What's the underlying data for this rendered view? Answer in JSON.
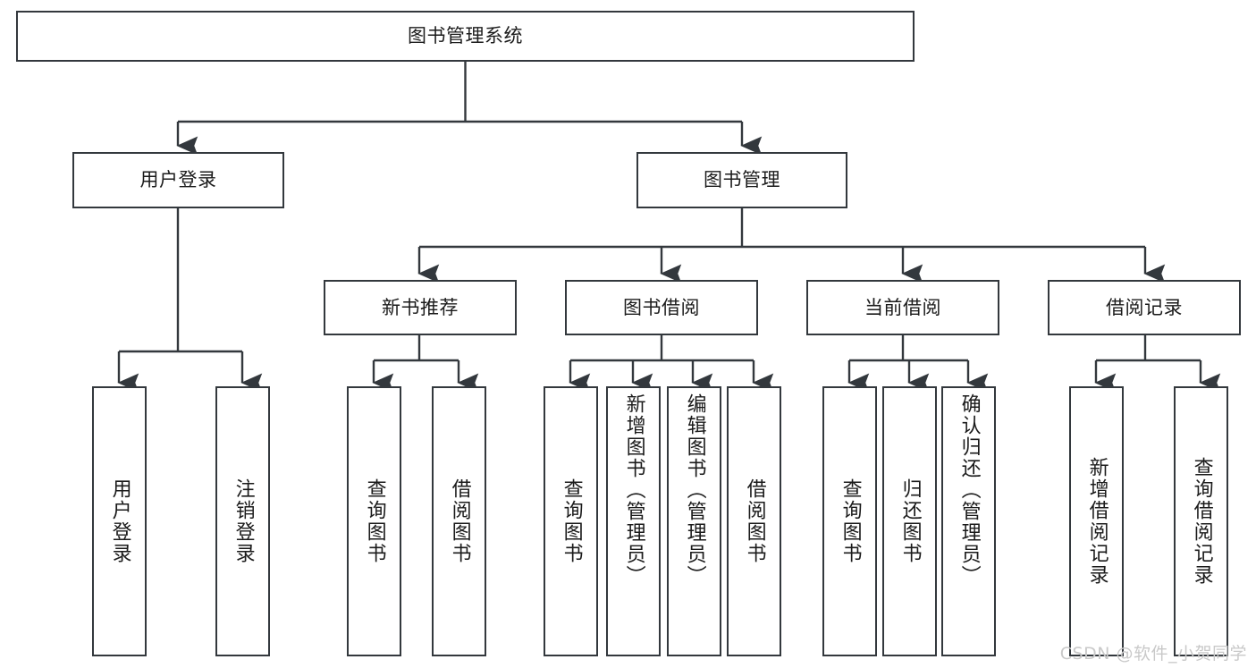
{
  "diagram": {
    "title": "图书管理系统",
    "type": "tree-hierarchy",
    "orientation": "top-down",
    "colors": {
      "stroke": "#33383d",
      "fill": "#ffffff",
      "text": "#1b1b1b",
      "watermark": "#c9c9c9"
    },
    "levels": {
      "root": {
        "label": "图书管理系统"
      },
      "level2": [
        {
          "label": "用户登录"
        },
        {
          "label": "图书管理"
        }
      ],
      "level3": [
        {
          "label": "新书推荐"
        },
        {
          "label": "图书借阅"
        },
        {
          "label": "当前借阅"
        },
        {
          "label": "借阅记录"
        }
      ],
      "leaves_user_login": [
        {
          "label": "用户登录"
        },
        {
          "label": "注销登录"
        }
      ],
      "leaves_new_book": [
        {
          "label": "查询图书"
        },
        {
          "label": "借阅图书"
        }
      ],
      "leaves_borrow": [
        {
          "label": "查询图书"
        },
        {
          "label": "新增图书（管理员）"
        },
        {
          "label": "编辑图书（管理员）"
        },
        {
          "label": "借阅图书"
        }
      ],
      "leaves_current": [
        {
          "label": "查询图书"
        },
        {
          "label": "归还图书"
        },
        {
          "label": "确认归还（管理员）"
        }
      ],
      "leaves_records": [
        {
          "label": "新增借阅记录"
        },
        {
          "label": "查询借阅记录"
        }
      ]
    }
  },
  "watermark": {
    "text": "CSDN @软件_小贺同学"
  }
}
